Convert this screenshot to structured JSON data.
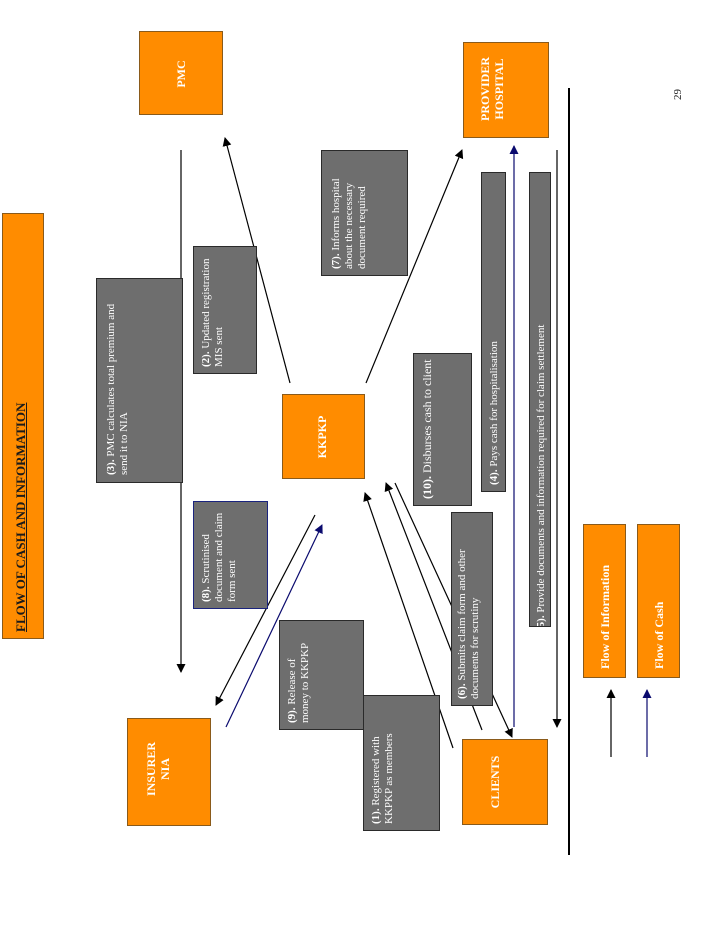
{
  "title": "FLOW OF CASH AND INFORMATION",
  "page_number": "29",
  "entities": {
    "pmc": "PMC",
    "provider_line1": "PROVIDER",
    "provider_line2": "HOSPITAL",
    "kkpkp": "KKPKP",
    "insurer_line1": "INSURER",
    "insurer_line2": "NIA",
    "clients": "CLIENTS"
  },
  "steps": {
    "s1_num": "(1).",
    "s1_text": "Registered with KKPKP as members",
    "s2_num": "(2).",
    "s2_text": "Updated registration MIS sent",
    "s3_num": "(3).",
    "s3_text": "PMC calculates total premium and send it to NIA",
    "s4_num": "(4).",
    "s4_text": "Pays cash for hospitalisation",
    "s5_num": "(5).",
    "s5_text": "Provide documents and information required for claim settlement",
    "s6_num": "(6).",
    "s6_text": "Submits claim form and other documents for scrutiny",
    "s7_num": "(7).",
    "s7_text": "Informs hospital about the necessary document required",
    "s8_num": "(8).",
    "s8_text": "Scrutinised document and claim form sent",
    "s9_num": "(9).",
    "s9_text": "Release of money to KKPKP",
    "s10_num": "(10).",
    "s10_text": "Disburses cash to client"
  },
  "legend": {
    "information": "Flow of Information",
    "cash": "Flow of Cash"
  },
  "colors": {
    "entity_fill": "#ff8c00",
    "note_fill": "#6e6e6e",
    "information_arrow": "#000000",
    "cash_arrow": "#0a0a6e"
  }
}
